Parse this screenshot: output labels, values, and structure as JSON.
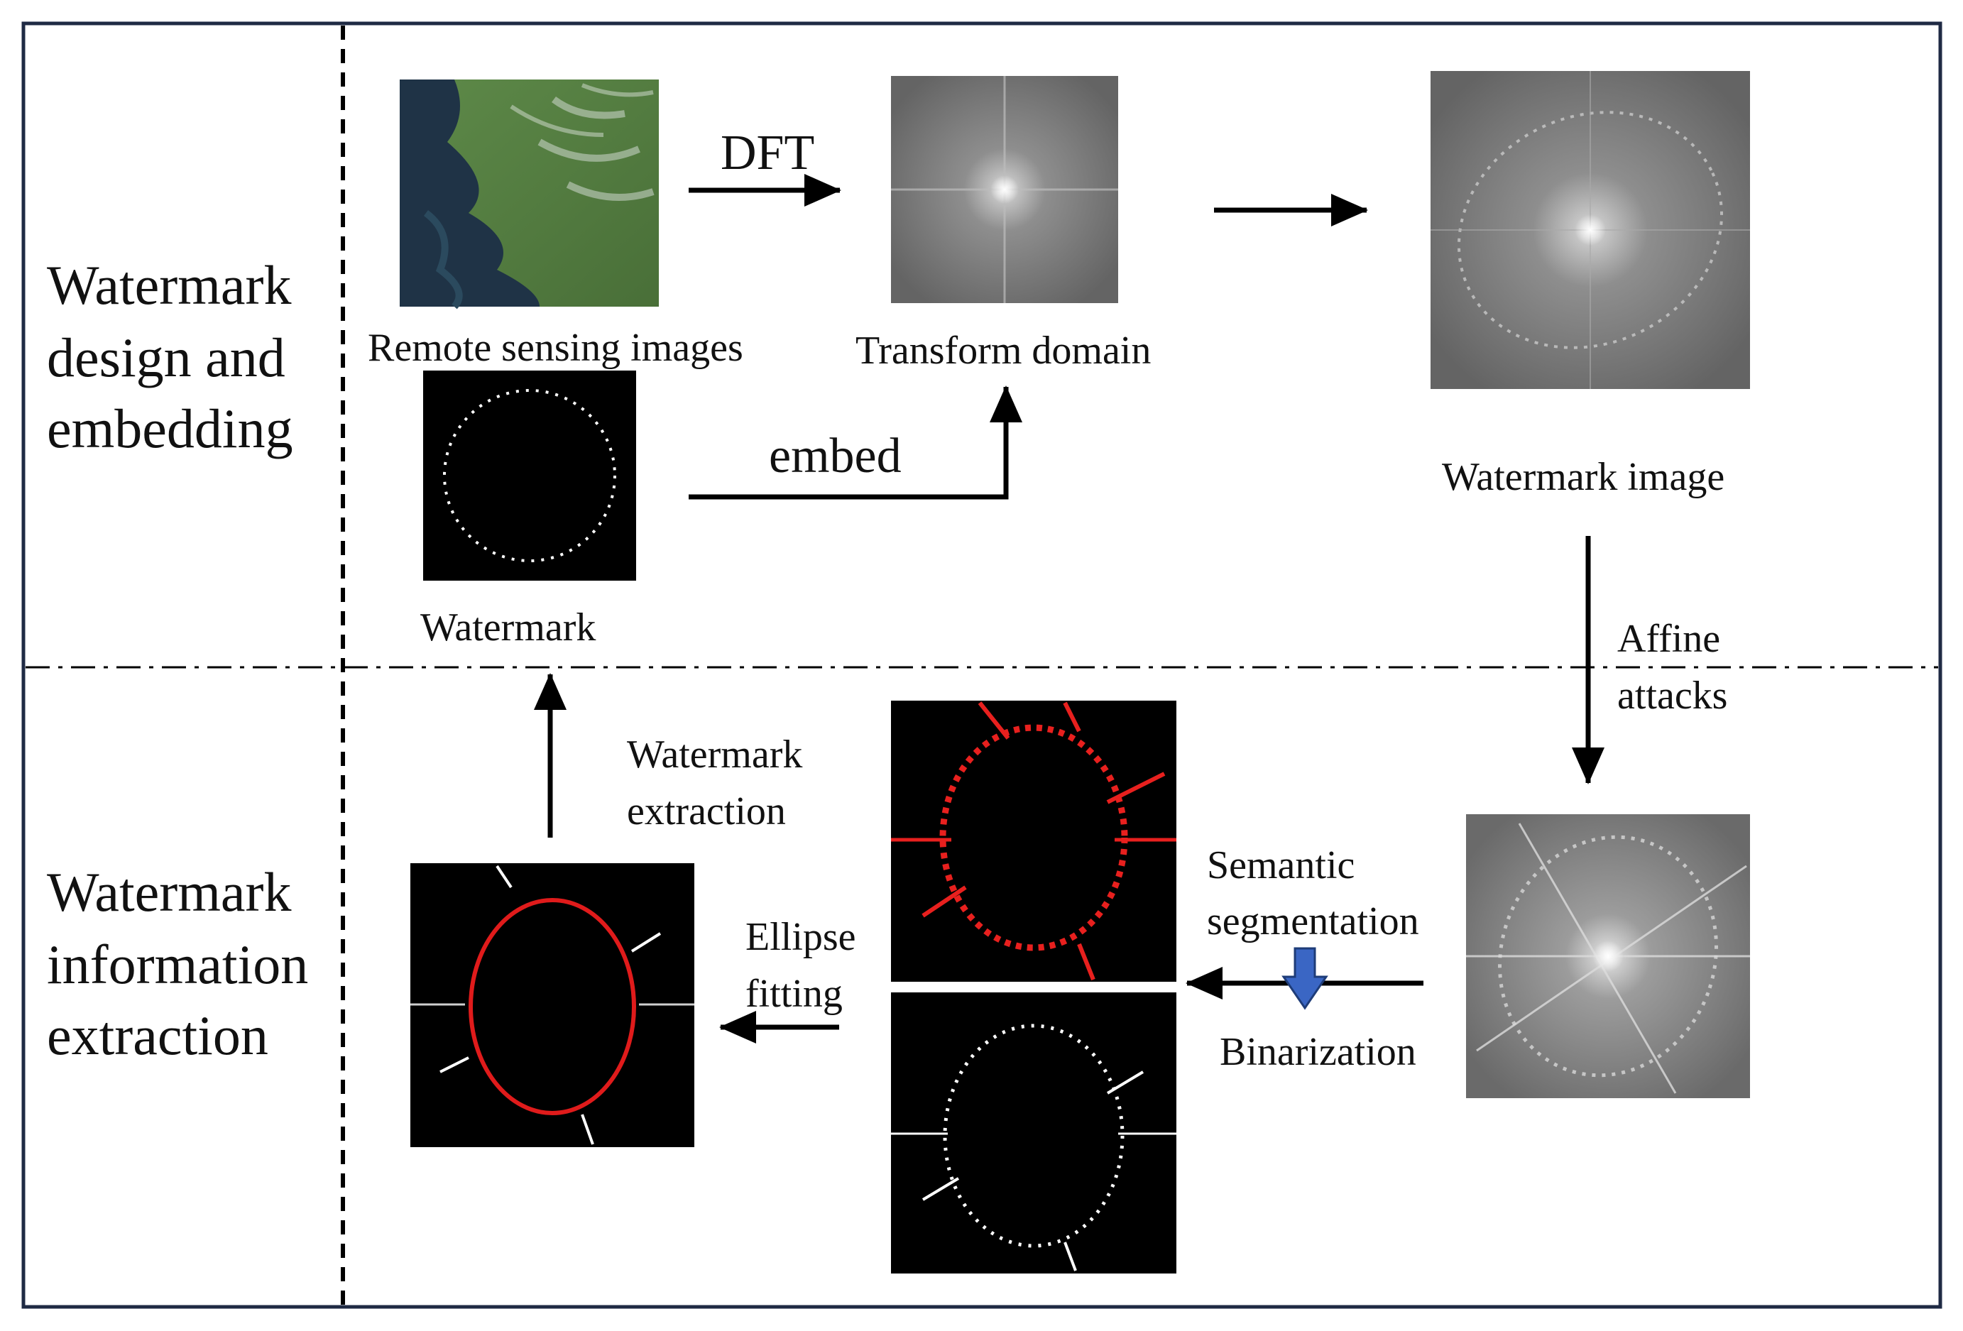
{
  "sections": {
    "top_label_lines": [
      "Watermark",
      "design and",
      "embedding"
    ],
    "bottom_label_lines": [
      "Watermark",
      "information",
      "extraction"
    ]
  },
  "labels": {
    "remote_sensing": "Remote sensing images",
    "transform_domain": "Transform  domain",
    "watermark_image": "Watermark image",
    "watermark": "Watermark",
    "dft": "DFT",
    "embed": "embed",
    "affine_lines": [
      "Affine",
      "attacks"
    ],
    "semantic_lines": [
      "Semantic",
      "segmentation"
    ],
    "binarization": "Binarization",
    "watermark_extraction_lines": [
      "Watermark",
      "extraction"
    ],
    "ellipse_fitting_lines": [
      "Ellipse",
      "fitting"
    ]
  },
  "colors": {
    "frame": "#1f2a44",
    "arrow": "#000000",
    "ellipse_fit": "#e01b1b",
    "segmentation": "#e8201e",
    "down_arrow_fill": "#3a66c4"
  }
}
